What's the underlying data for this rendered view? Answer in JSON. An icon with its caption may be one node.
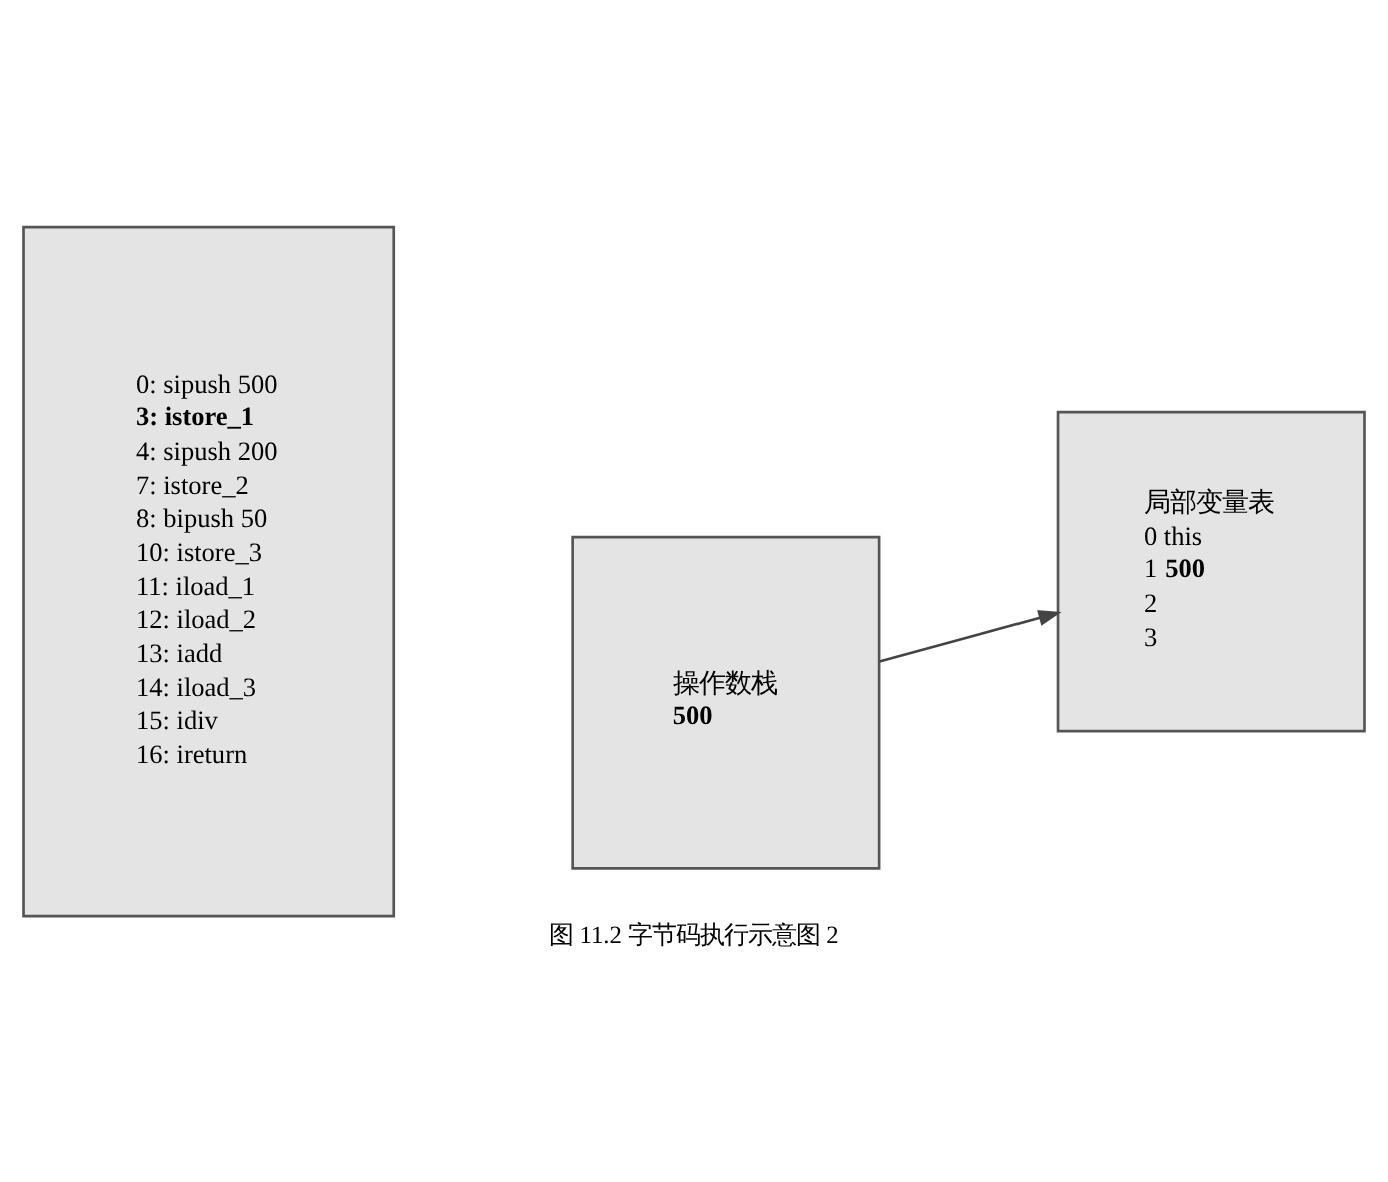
{
  "diagram": {
    "caption": "图 11.2 字节码执行示意图 2",
    "nodes": [
      {
        "text": [
          "0: sipush 500",
          "3: istore_1",
          "4: sipush 200",
          "7: istore_2",
          "8: bipush 50",
          "10: istore_3",
          "11: iload_1",
          "12: iload_2",
          "13: iadd",
          "14: iload_3",
          "15: idiv",
          "16: ireturn"
        ]
      },
      {
        "text": [
          "局部变量表",
          "0 this",
          "1 **500**",
          "2",
          "3"
        ]
      },
      {
        "text": [
          "操作数栈",
          "500"
        ]
      }
    ],
    "edges": [
      {
        "from": 2,
        "to": 1,
        "arrow": "to"
      }
    ]
  }
}
